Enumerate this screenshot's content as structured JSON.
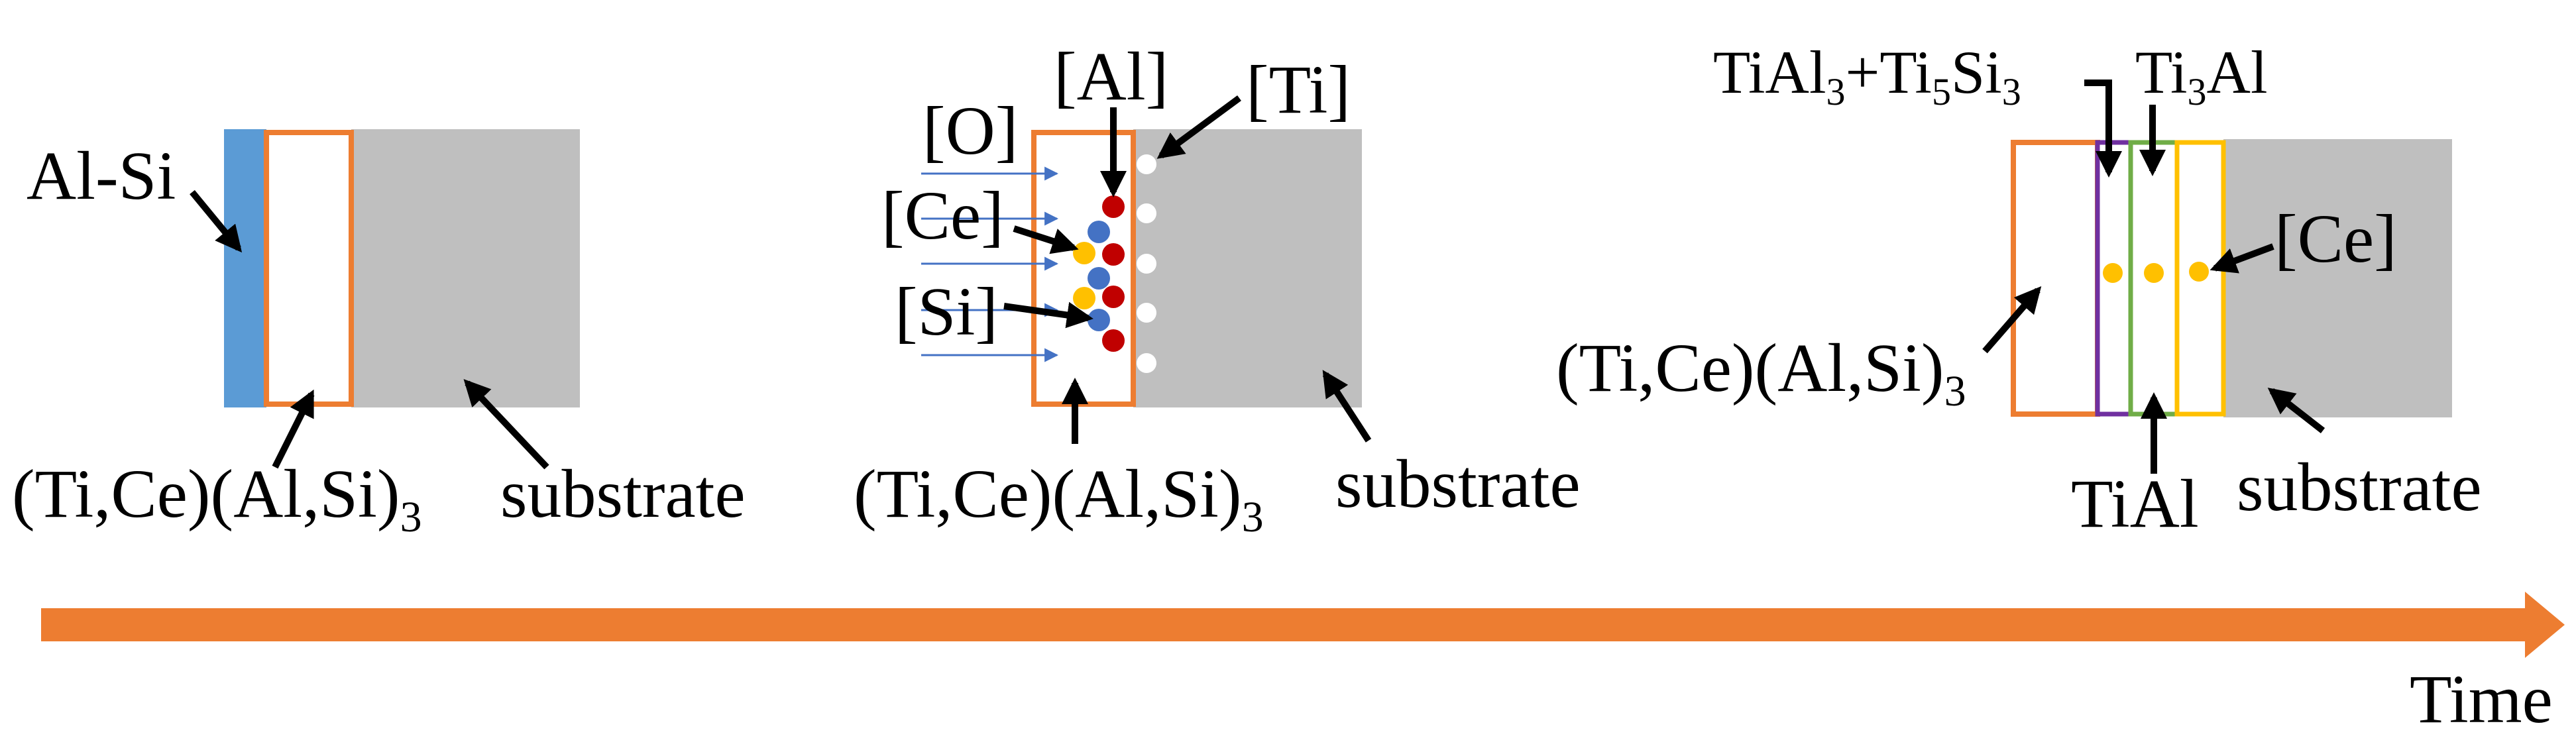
{
  "colors": {
    "substrate": "#bfbfbf",
    "alsi_layer": "#5b9bd5",
    "outer_layer_outline": "#ed7d31",
    "arrow_flow": "#4472c4",
    "dot_al": "#c00000",
    "dot_ce": "#ffc000",
    "dot_si": "#4472c4",
    "dot_ti": "#ffffff",
    "layer_tial3_ti5si3": "#7030a0",
    "layer_tial": "#70ad47",
    "layer_ti3al": "#ffc000",
    "time_arrow": "#ed7d31"
  },
  "stage1": {
    "alsi": "Al-Si",
    "coating": "(Ti,Ce)(Al,Si)",
    "coating_sub": "3",
    "substrate": "substrate"
  },
  "stage2": {
    "o": "[O]",
    "al": "[Al]",
    "ti": "[Ti]",
    "ce": "[Ce]",
    "si": "[Si]",
    "coating": "(Ti,Ce)(Al,Si)",
    "coating_sub": "3",
    "substrate": "substrate"
  },
  "stage3": {
    "tial3_a": "TiAl",
    "tial3_sub1": "3",
    "tial3_plus": "+Ti",
    "tial3_sub2": "5",
    "tial3_si": "Si",
    "tial3_sub3": "3",
    "ti3al_a": "Ti",
    "ti3al_sub": "3",
    "ti3al_b": "Al",
    "ce": "[Ce]",
    "coating": "(Ti,Ce)(Al,Si)",
    "coating_sub": "3",
    "tial": "TiAl",
    "substrate": "substrate"
  },
  "time_label": "Time"
}
